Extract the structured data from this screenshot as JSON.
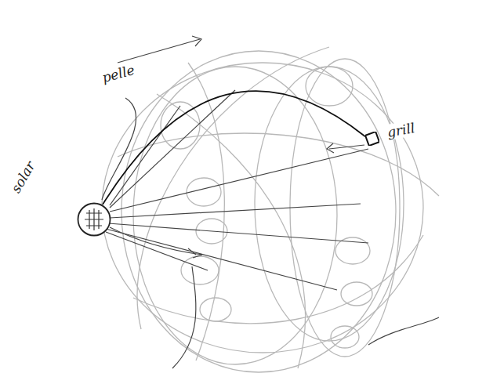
{
  "diagram": {
    "nodes": [
      {
        "text": [
          "solar"
        ]
      },
      {
        "text": [
          "grill"
        ]
      }
    ],
    "edges": [
      {
        "from": 0,
        "to": 1,
        "arrow": "none"
      }
    ],
    "labels": [
      "pelle"
    ]
  }
}
